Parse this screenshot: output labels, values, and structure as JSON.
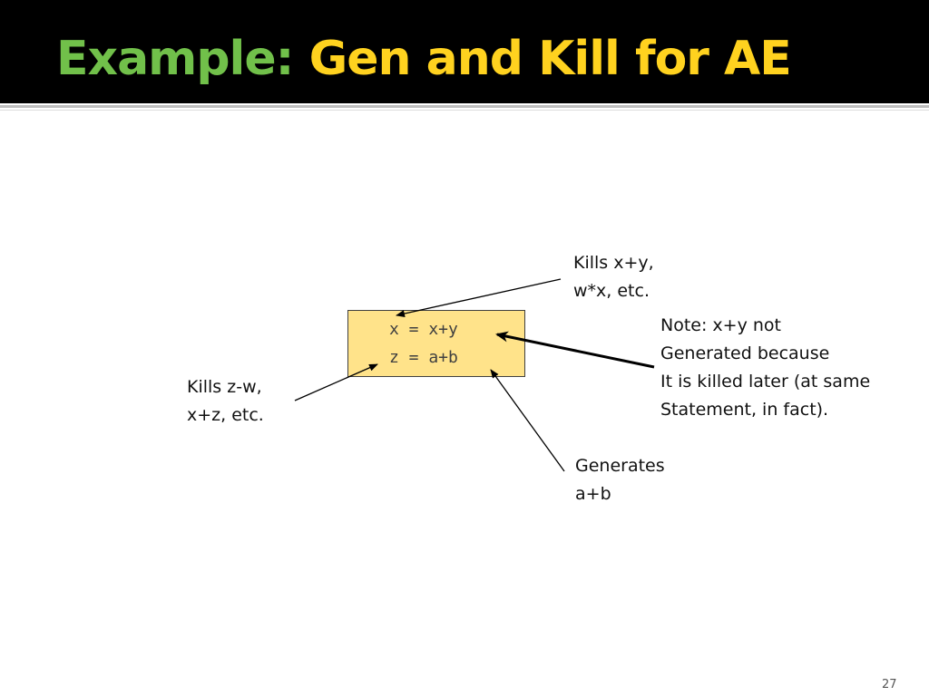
{
  "title": {
    "prefix": "Example:",
    "main": "Gen and Kill for AE"
  },
  "code": {
    "lines": [
      "x = x+y",
      "z = a+b"
    ]
  },
  "annotations": {
    "kills_xy": [
      "Kills x+y,",
      "w*x, etc."
    ],
    "kills_zw": [
      "Kills z-w,",
      "x+z, etc."
    ],
    "note": [
      "Note: x+y not",
      "Generated because",
      "It is killed later (at same",
      "Statement, in fact)."
    ],
    "generates": [
      "Generates",
      "a+b"
    ]
  },
  "page_number": "27",
  "colors": {
    "title_prefix": "#71c04a",
    "title_main": "#ffd21f",
    "title_bar": "#000000",
    "code_box_fill": "#ffe38a"
  }
}
